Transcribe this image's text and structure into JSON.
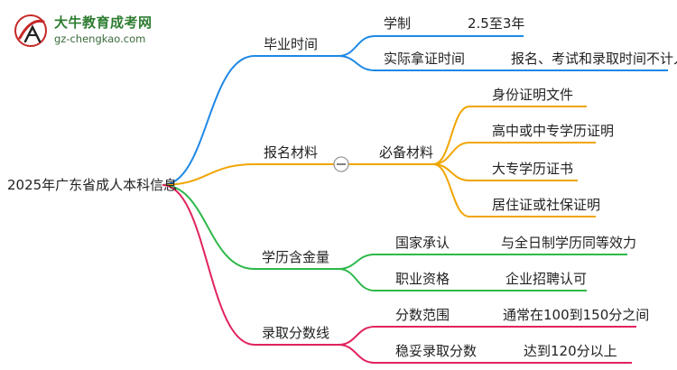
{
  "logo": {
    "title": "大牛教育成考网",
    "url": "gz-chengkao.com"
  },
  "mindmap": {
    "root": "2025年广东省成人本科信息",
    "branches": [
      {
        "label": "毕业时间",
        "color": "#1e88e5",
        "children": [
          {
            "label": "学制",
            "value": "2.5至3年"
          },
          {
            "label": "实际拿证时间",
            "value": "报名、考试和录取时间不计入"
          }
        ]
      },
      {
        "label": "报名材料",
        "color": "#f0a500",
        "children": [
          {
            "label": "必备材料",
            "items": [
              "身份证明文件",
              "高中或中专学历证明",
              "大专学历证书",
              "居住证或社保证明"
            ]
          }
        ]
      },
      {
        "label": "学历含金量",
        "color": "#2db84a",
        "children": [
          {
            "label": "国家承认",
            "value": "与全日制学历同等效力"
          },
          {
            "label": "职业资格",
            "value": "企业招聘认可"
          }
        ]
      },
      {
        "label": "录取分数线",
        "color": "#e0245e",
        "children": [
          {
            "label": "分数范围",
            "value": "通常在100到150分之间"
          },
          {
            "label": "稳妥录取分数",
            "value": "达到120分以上"
          }
        ]
      }
    ]
  }
}
